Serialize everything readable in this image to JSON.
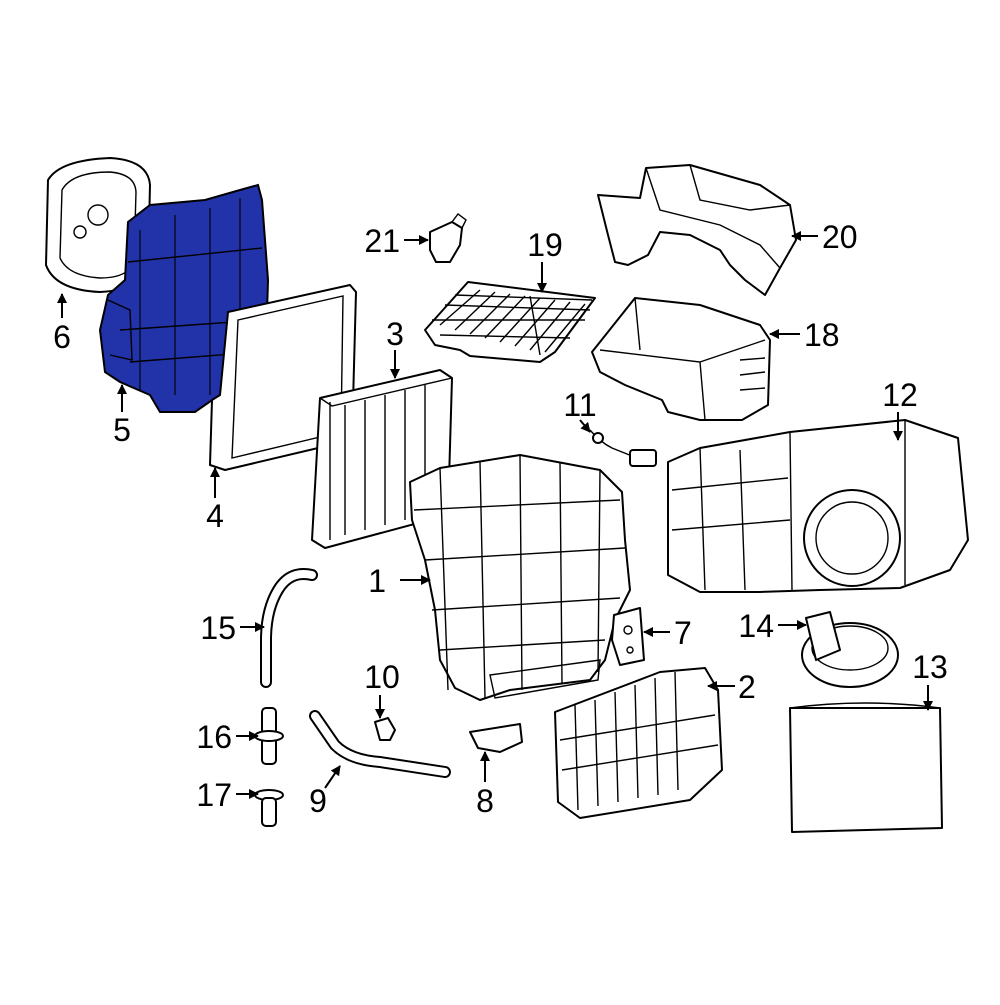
{
  "highlight_color": "#2233aa",
  "callouts": [
    {
      "id": "1",
      "label": "1"
    },
    {
      "id": "2",
      "label": "2"
    },
    {
      "id": "3",
      "label": "3"
    },
    {
      "id": "4",
      "label": "4"
    },
    {
      "id": "5",
      "label": "5",
      "highlighted": true
    },
    {
      "id": "6",
      "label": "6"
    },
    {
      "id": "7",
      "label": "7"
    },
    {
      "id": "8",
      "label": "8"
    },
    {
      "id": "9",
      "label": "9"
    },
    {
      "id": "10",
      "label": "10"
    },
    {
      "id": "11",
      "label": "11"
    },
    {
      "id": "12",
      "label": "12"
    },
    {
      "id": "13",
      "label": "13"
    },
    {
      "id": "14",
      "label": "14"
    },
    {
      "id": "15",
      "label": "15"
    },
    {
      "id": "16",
      "label": "16"
    },
    {
      "id": "17",
      "label": "17"
    },
    {
      "id": "18",
      "label": "18"
    },
    {
      "id": "19",
      "label": "19"
    },
    {
      "id": "20",
      "label": "20"
    },
    {
      "id": "21",
      "label": "21"
    }
  ]
}
